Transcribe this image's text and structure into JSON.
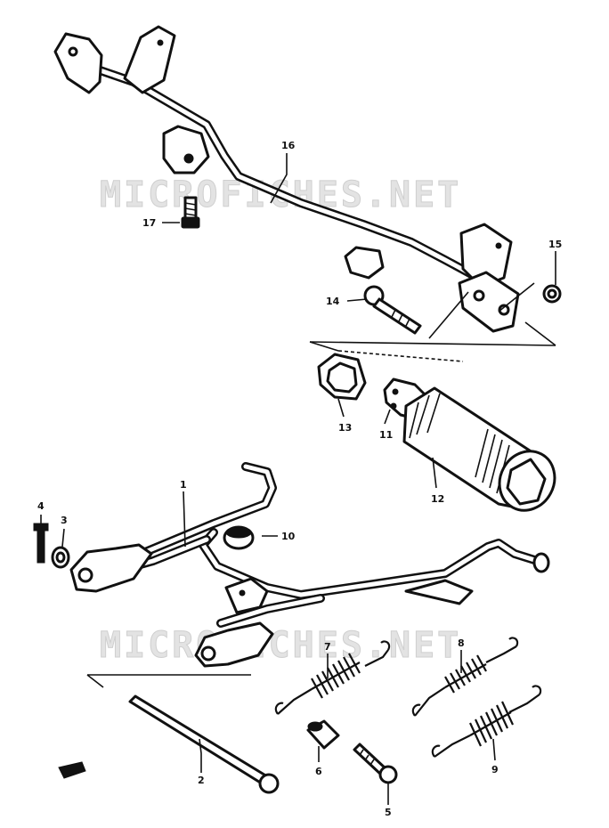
{
  "watermark": "MICROFICHES.NET",
  "callouts": {
    "p1": "1",
    "p2": "2",
    "p3": "3",
    "p4": "4",
    "p5": "5",
    "p6": "6",
    "p7": "7",
    "p8": "8",
    "p9": "9",
    "p10": "10",
    "p11": "11",
    "p12": "12",
    "p13": "13",
    "p14": "14",
    "p15": "15",
    "p16": "16",
    "p17": "17"
  },
  "colors": {
    "ink": "#111111",
    "paper": "#ffffff",
    "watermark": "#e3e3e3"
  }
}
